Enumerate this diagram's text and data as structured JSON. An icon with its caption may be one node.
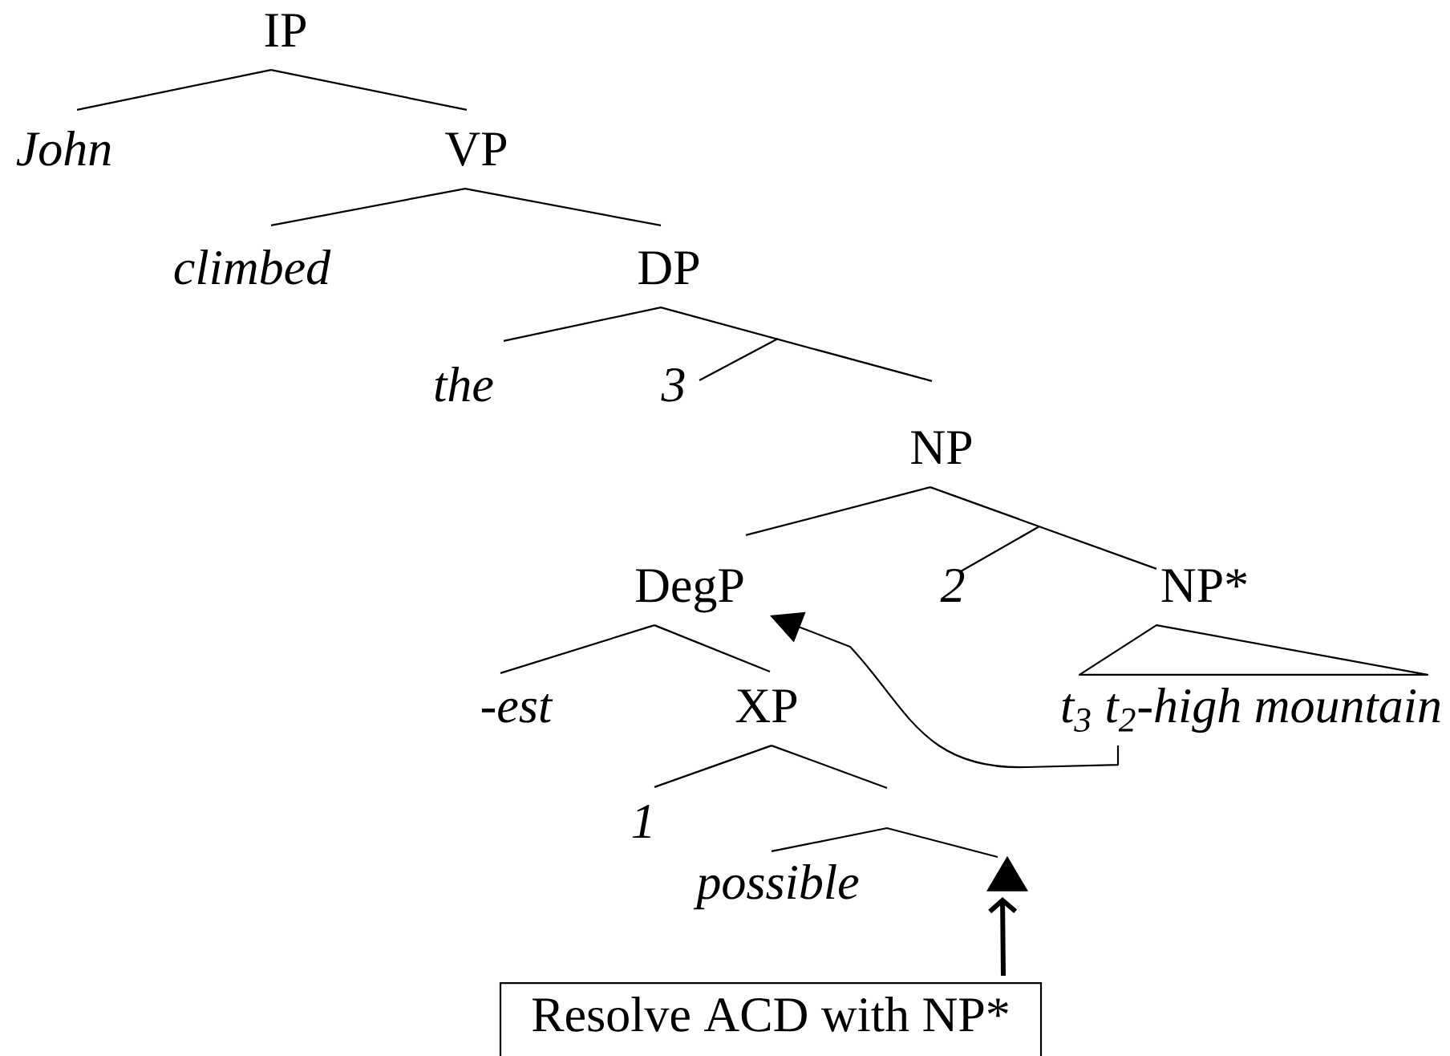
{
  "diagram": {
    "nodes": [
      {
        "text": [
          "IP"
        ]
      },
      {
        "text": [
          "John"
        ]
      },
      {
        "text": [
          "VP"
        ]
      },
      {
        "text": [
          "climbed"
        ]
      },
      {
        "text": [
          "DP"
        ]
      },
      {
        "text": [
          "the"
        ]
      },
      {
        "text": [
          "3"
        ]
      },
      {
        "text": [
          "NP"
        ]
      },
      {
        "text": [
          "DegP"
        ]
      },
      {
        "text": [
          "2"
        ]
      },
      {
        "text": [
          "NP*"
        ]
      },
      {
        "text": [
          "-*est*"
        ]
      },
      {
        "text": [
          "XP"
        ]
      },
      {
        "text": [
          "t$_{3}$ t$_{2}$-high mountain"
        ]
      },
      {
        "text": [
          "1"
        ]
      },
      {
        "text": [
          "possible"
        ]
      },
      {
        "text": [],
        "shape": "triangle"
      },
      {
        "text": [
          "Resolve ACD with NP*"
        ]
      }
    ],
    "edges": [
      {
        "from": 0,
        "to": 1,
        "arrow": "none"
      },
      {
        "from": 0,
        "to": 2,
        "arrow": "none"
      },
      {
        "from": 2,
        "to": 3,
        "arrow": "none"
      },
      {
        "from": 2,
        "to": 4,
        "arrow": "none"
      },
      {
        "from": 4,
        "to": 5,
        "arrow": "none"
      },
      {
        "from": 4,
        "to": 7,
        "arrow": "none"
      },
      {
        "from": 6,
        "to": null,
        "arrow": "none"
      },
      {
        "from": 7,
        "to": 8,
        "arrow": "none"
      },
      {
        "from": 7,
        "to": 10,
        "arrow": "none"
      },
      {
        "from": 9,
        "to": null,
        "arrow": "none"
      },
      {
        "from": 8,
        "to": 11,
        "arrow": "none"
      },
      {
        "from": 8,
        "to": 12,
        "arrow": "none"
      },
      {
        "from": 10,
        "to": 13,
        "arrow": "none"
      },
      {
        "from": 12,
        "to": 14,
        "arrow": "none"
      },
      {
        "from": 12,
        "to": null,
        "arrow": "none"
      },
      {
        "from": 15,
        "to": 16,
        "arrow": "none"
      },
      {
        "from": 13,
        "to": 8,
        "arrow": "to"
      },
      {
        "from": 17,
        "to": 16,
        "arrow": "to",
        "style": "thick"
      }
    ]
  }
}
